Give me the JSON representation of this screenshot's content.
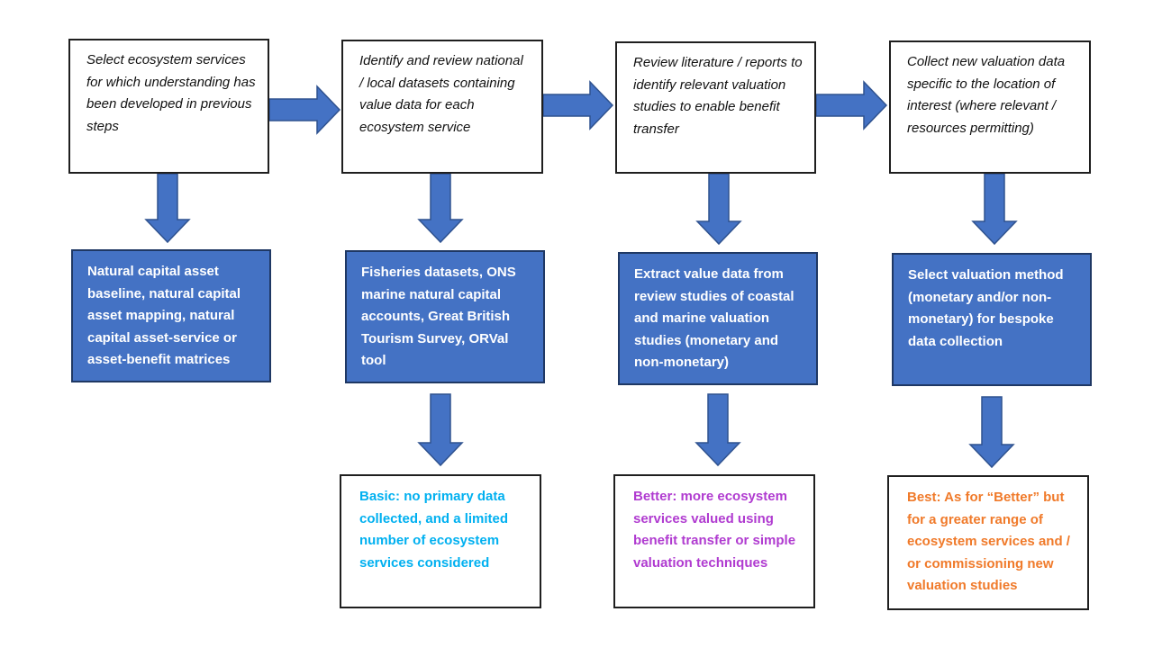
{
  "steps": [
    {
      "top": "Select ecosystem services for which understanding has been developed in previous steps",
      "mid": "Natural capital asset baseline, natural capital asset mapping, natural capital asset-service or asset-benefit matrices"
    },
    {
      "top": "Identify and review national / local datasets containing value data for each ecosystem service",
      "mid": "Fisheries datasets, ONS marine natural capital accounts, Great British Tourism Survey, ORVal tool",
      "bottom": "Basic: no primary data collected, and a limited number of ecosystem services considered"
    },
    {
      "top": "Review literature / reports to identify relevant valuation studies to enable benefit transfer",
      "mid": "Extract value data from review studies of coastal and marine valuation studies (monetary and non-monetary)",
      "bottom": "Better: more ecosystem services valued using benefit transfer or simple valuation techniques"
    },
    {
      "top": "Collect new valuation data specific to the location of interest (where relevant / resources permitting)",
      "mid": "Select valuation method (monetary and/or non-monetary) for bespoke data collection",
      "bottom": "Best: As for “Better” but for a greater range of ecosystem services and / or commissioning new valuation studies"
    }
  ],
  "colors": {
    "box_fill": "#4472c4",
    "arrow_fill": "#4472c4",
    "basic_text": "#00b0f0",
    "better_text": "#b03bd0",
    "best_text": "#f07a2a"
  },
  "icons": [
    "arrow-right-icon",
    "arrow-down-icon"
  ]
}
